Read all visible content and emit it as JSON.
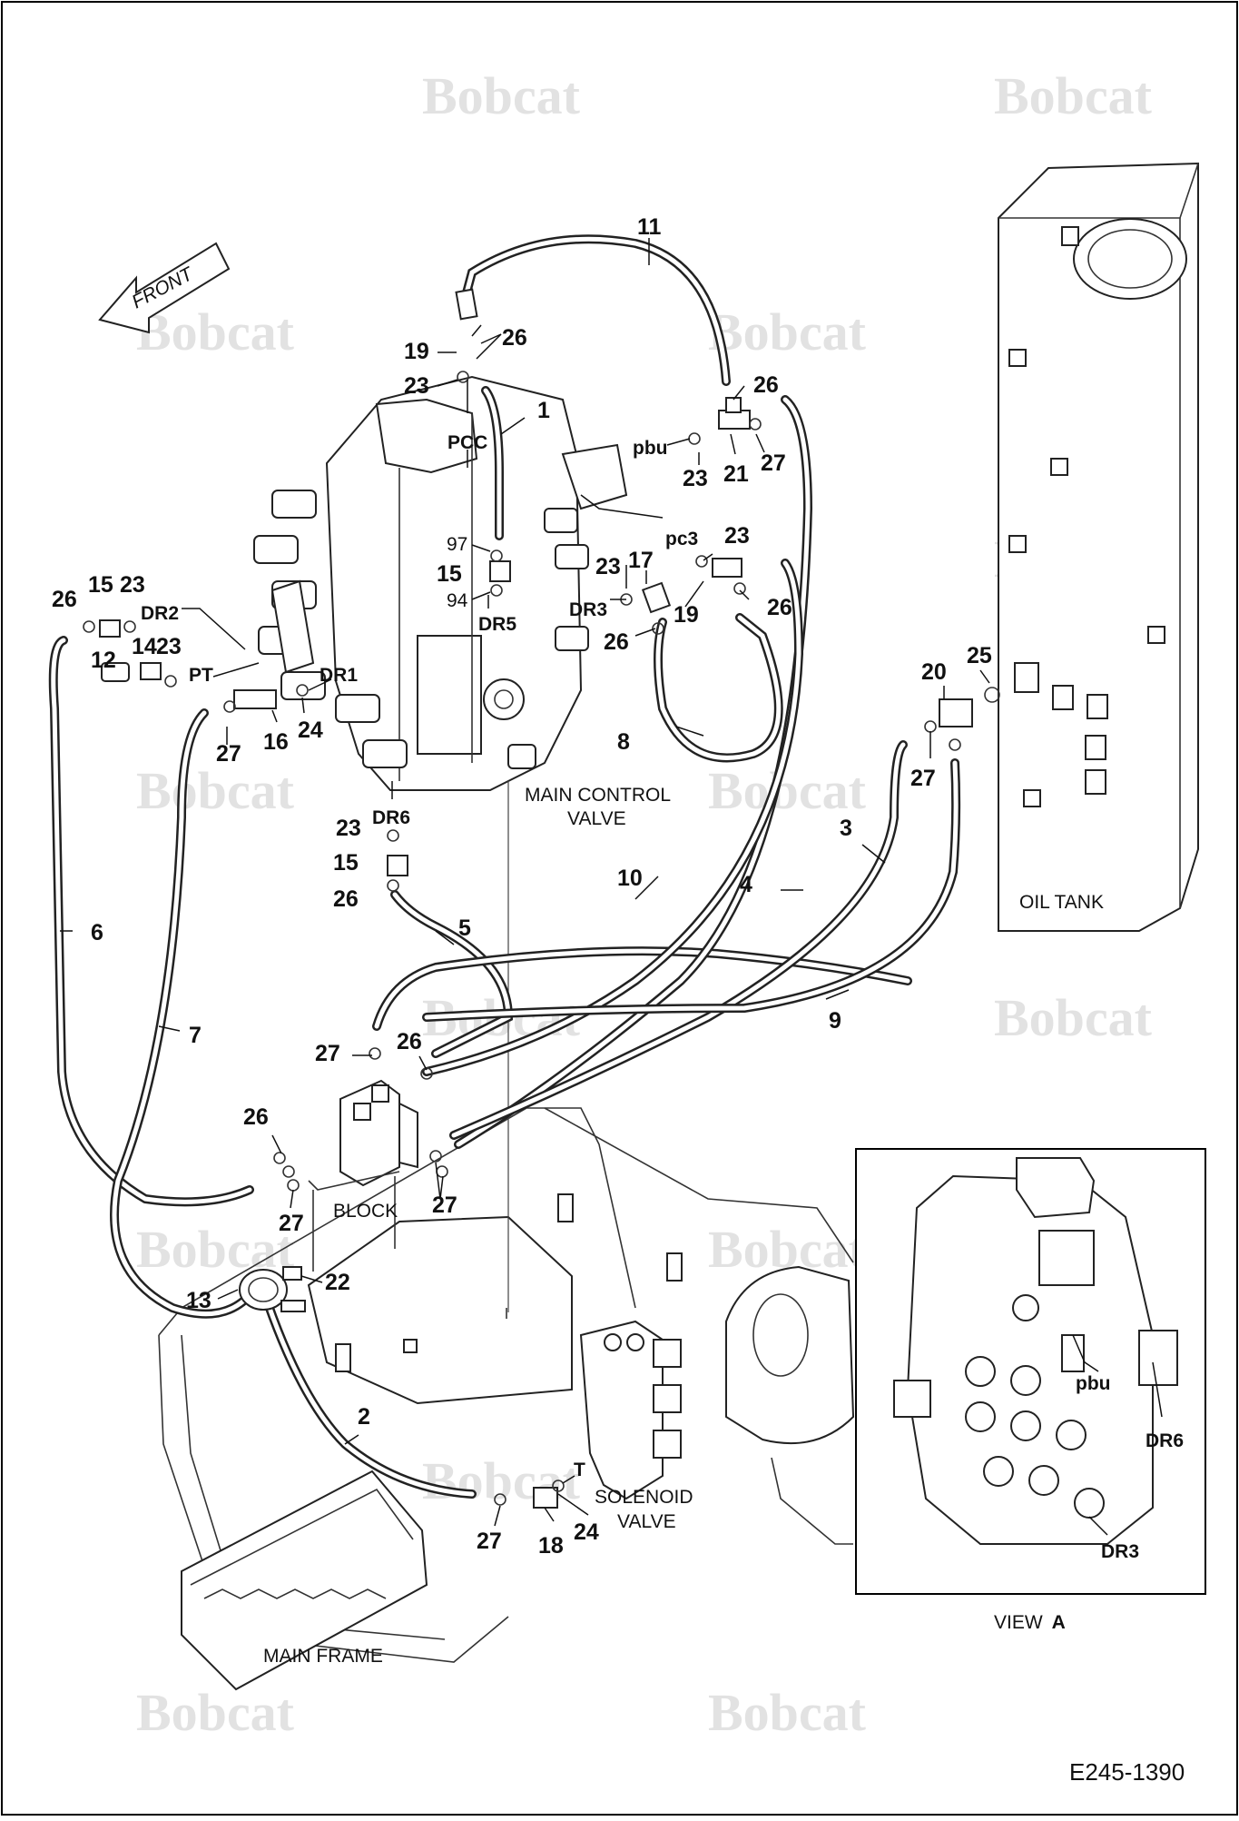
{
  "brand": "Bobcat",
  "drawing_number": "E245-1390",
  "labels": {
    "front": "FRONT",
    "main_control_valve": [
      "MAIN CONTROL",
      "VALVE"
    ],
    "oil_tank": "OIL TANK",
    "block": "BLOCK",
    "solenoid_valve": [
      "SOLENOID",
      "VALVE"
    ],
    "main_frame": "MAIN FRAME",
    "view_a": "VIEW",
    "view_a_letter": "A"
  },
  "port_labels": {
    "pcc": "PCC",
    "pbu": "pbu",
    "pc3": "pc3",
    "dr2": "DR2",
    "dr1": "DR1",
    "dr3": "DR3",
    "dr5": "DR5",
    "dr6": "DR6",
    "pt": "PT",
    "t": "T",
    "n97": "97",
    "n94": "94"
  },
  "inset_labels": {
    "pbu": "pbu",
    "dr6": "DR6",
    "dr3": "DR3"
  },
  "callouts": {
    "c1": "1",
    "c2": "2",
    "c3": "3",
    "c4": "4",
    "c5": "5",
    "c6": "6",
    "c7": "7",
    "c8": "8",
    "c9": "9",
    "c10": "10",
    "c11": "11",
    "c12": "12",
    "c13": "13",
    "c14": "14",
    "c15a": "15",
    "c15b": "15",
    "c15c": "15",
    "c16": "16",
    "c17": "17",
    "c18": "18",
    "c19a": "19",
    "c19b": "19",
    "c20": "20",
    "c21": "21",
    "c22": "22",
    "c23a": "23",
    "c23b": "23",
    "c23c": "23",
    "c23d": "23",
    "c23e": "23",
    "c23f": "23",
    "c23g": "23",
    "c24a": "24",
    "c24b": "24",
    "c25": "25",
    "c26a": "26",
    "c26b": "26",
    "c26c": "26",
    "c26d": "26",
    "c26e": "26",
    "c26f": "26",
    "c26g": "26",
    "c26h": "26",
    "c27a": "27",
    "c27b": "27",
    "c27c": "27",
    "c27d": "27",
    "c27e": "27",
    "c27f": "27",
    "c27g": "27"
  }
}
